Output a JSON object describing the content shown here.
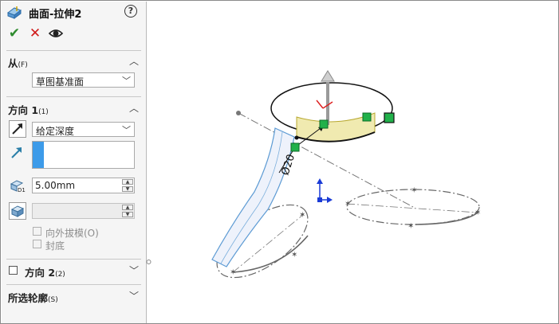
{
  "panel": {
    "title": "曲面-拉伸2",
    "help_icon": "?",
    "from": {
      "title": "从",
      "hotkey": "(F)",
      "selected": "草图基准面"
    },
    "direction1": {
      "title": "方向 1",
      "hotkey": "(1)",
      "end_condition": "给定深度",
      "depth": "5.00mm",
      "draft_value": "",
      "draft_outward_label": "向外拔模(O)",
      "cap_end_label": "封底"
    },
    "direction2": {
      "title": "方向 2",
      "hotkey": "(2)",
      "checked": false
    },
    "selected_contours": {
      "title": "所选轮廓",
      "hotkey": "(S)"
    }
  },
  "viewport": {
    "dimension_label": "Ø20"
  },
  "colors": {
    "accent": "#3d9be9",
    "ok": "#2e8b2e",
    "cancel": "#d01a1a",
    "handle_green": "#21b14a",
    "surface_yellow": "#f0eab0"
  },
  "icons": [
    "extrude-surface-icon",
    "help-icon",
    "ok-icon",
    "cancel-icon",
    "preview-eye-icon",
    "reverse-direction-icon",
    "direction-arrow-icon",
    "depth-icon",
    "draft-icon"
  ]
}
